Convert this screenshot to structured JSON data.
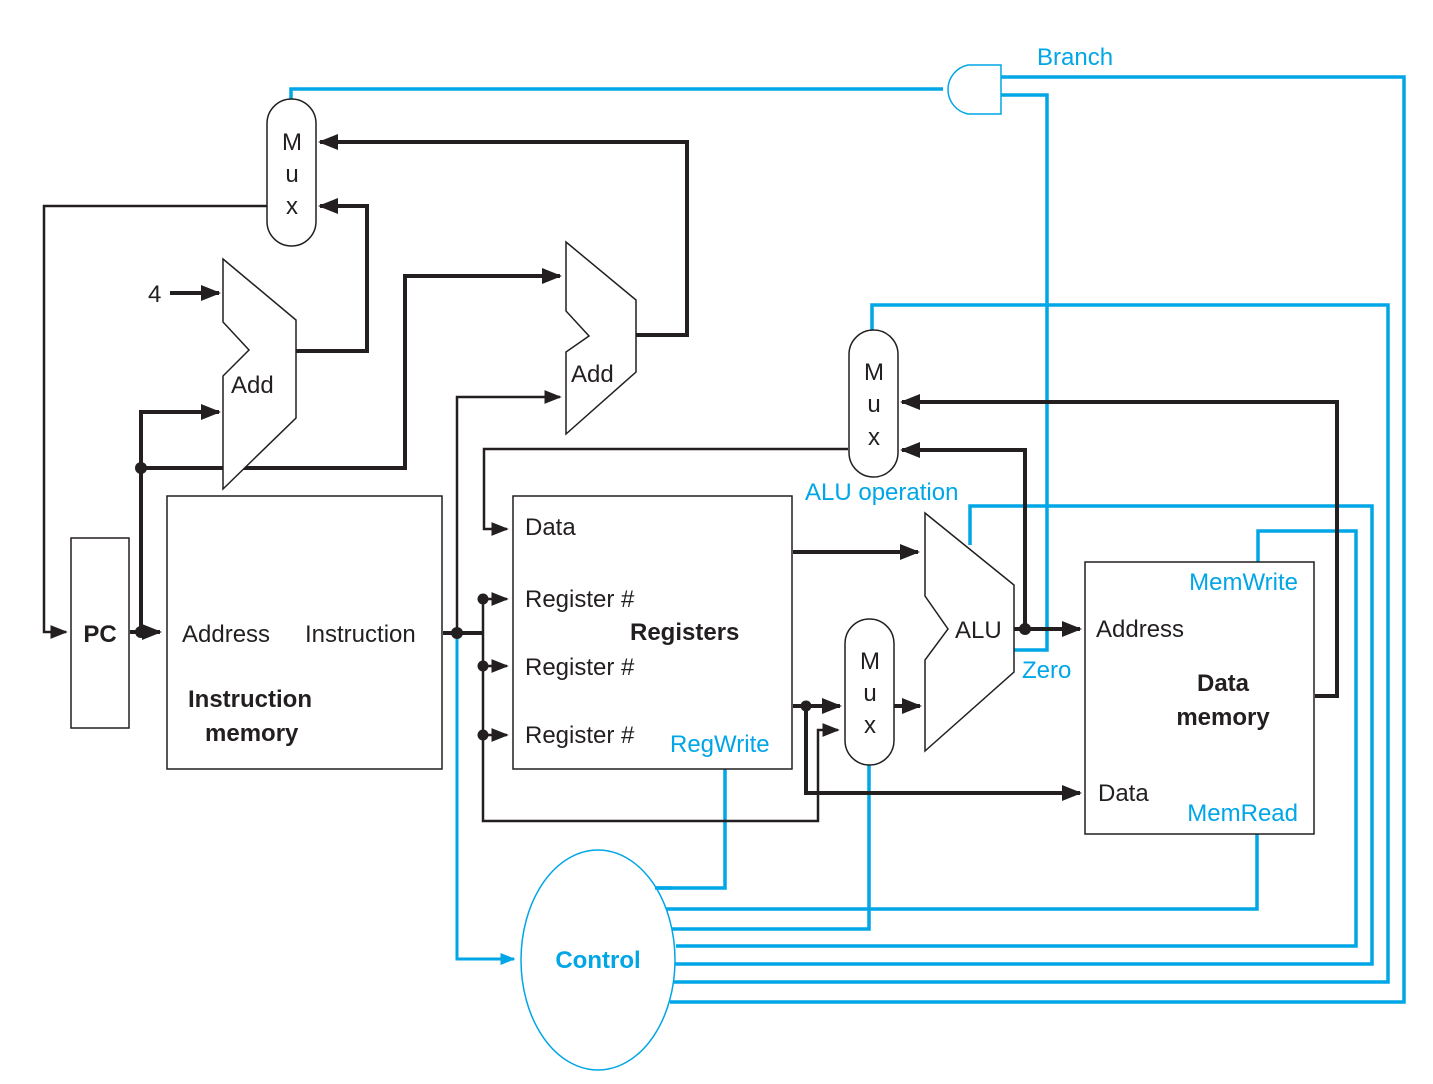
{
  "diagram": {
    "title": "Single-cycle datapath with control",
    "colors": {
      "datapath": "#231f20",
      "control": "#00a6e6",
      "background": "#ffffff"
    },
    "blocks": {
      "pc": {
        "label": "PC"
      },
      "instruction_memory": {
        "port_in": "Address",
        "port_out": "Instruction",
        "title_line1": "Instruction",
        "title_line2": "memory"
      },
      "registers": {
        "port_data": "Data",
        "port_reg1": "Register #",
        "port_reg2": "Register #",
        "port_reg3": "Register #",
        "title": "Registers",
        "control": "RegWrite"
      },
      "alu": {
        "label": "ALU",
        "control": "ALU operation",
        "flag": "Zero"
      },
      "data_memory": {
        "port_address": "Address",
        "port_data": "Data",
        "title_line1": "Data",
        "title_line2": "memory",
        "control_write": "MemWrite",
        "control_read": "MemRead"
      },
      "adder_pc": {
        "label": "Add",
        "constant": "4"
      },
      "adder_branch": {
        "label": "Add"
      },
      "mux_pc": {
        "letters": [
          "M",
          "u",
          "x"
        ]
      },
      "mux_writeback": {
        "letters": [
          "M",
          "u",
          "x"
        ]
      },
      "mux_alu_src": {
        "letters": [
          "M",
          "u",
          "x"
        ]
      },
      "and_gate": {
        "label": "Branch"
      },
      "control": {
        "label": "Control"
      }
    }
  }
}
